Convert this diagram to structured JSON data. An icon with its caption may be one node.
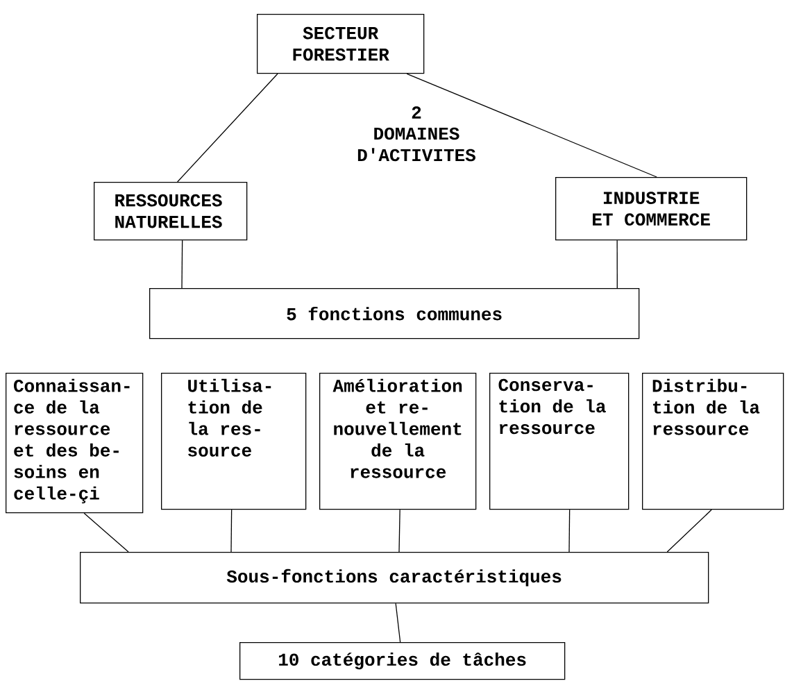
{
  "diagram": {
    "nodes": [
      {
        "text": [
          "SECTEUR FORESTIER"
        ]
      },
      {
        "text": [
          "RESSOURCES NATURELLES"
        ]
      },
      {
        "text": [
          "INDUSTRIE ET COMMERCE"
        ]
      },
      {
        "text": [
          "5 fonctions communes"
        ]
      },
      {
        "text": [
          "Connaissan- ce de la ressource et des be- soins en celle-çi"
        ]
      },
      {
        "text": [
          "Utilisa- tion de la res- source"
        ]
      },
      {
        "text": [
          "Amélioration et re- nouvellement de la ressource"
        ]
      },
      {
        "text": [
          "Conserva- tion de la ressource"
        ]
      },
      {
        "text": [
          "Distribu- tion de la ressource"
        ]
      },
      {
        "text": [
          "Sous-fonctions caractéristiques"
        ]
      },
      {
        "text": [
          "10 catégories de tâches"
        ]
      }
    ],
    "edges": [
      {
        "from": 0,
        "to": 1,
        "arrow": "none"
      },
      {
        "from": 0,
        "to": 2,
        "arrow": "none"
      },
      {
        "from": 1,
        "to": 3,
        "arrow": "none"
      },
      {
        "from": 2,
        "to": 3,
        "arrow": "none"
      },
      {
        "from": 4,
        "to": 9,
        "arrow": "none"
      },
      {
        "from": 5,
        "to": 9,
        "arrow": "none"
      },
      {
        "from": 6,
        "to": 9,
        "arrow": "none"
      },
      {
        "from": 7,
        "to": 9,
        "arrow": "none"
      },
      {
        "from": 8,
        "to": 9,
        "arrow": "none"
      },
      {
        "from": 9,
        "to": 10,
        "arrow": "none"
      }
    ],
    "labels": [
      "2",
      "DOMAINES D'ACTIVITES"
    ]
  }
}
